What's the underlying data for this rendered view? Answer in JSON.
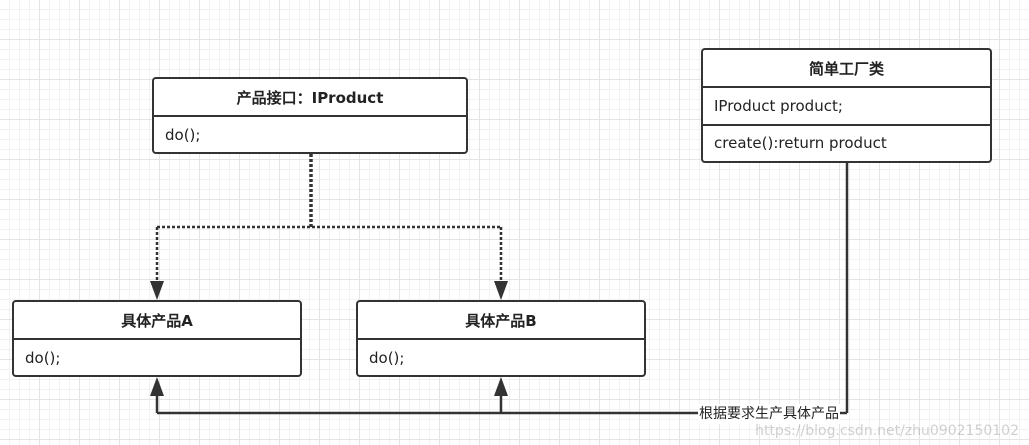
{
  "diagram": {
    "product_interface": {
      "title": "产品接口：IProduct",
      "methods": [
        "do();"
      ]
    },
    "product_a": {
      "title": "具体产品A",
      "methods": [
        "do();"
      ]
    },
    "product_b": {
      "title": "具体产品B",
      "methods": [
        "do();"
      ]
    },
    "simple_factory": {
      "title": "简单工厂类",
      "fields": [
        "IProduct product;"
      ],
      "methods": [
        "create():return product"
      ]
    },
    "factory_edge_label": "根据要求生产具体产品",
    "watermark": "https://blog.csdn.net/zhu0902150102",
    "colors": {
      "stroke": "#333333",
      "grid": "#e4e4e4",
      "background": "#ffffff"
    }
  }
}
